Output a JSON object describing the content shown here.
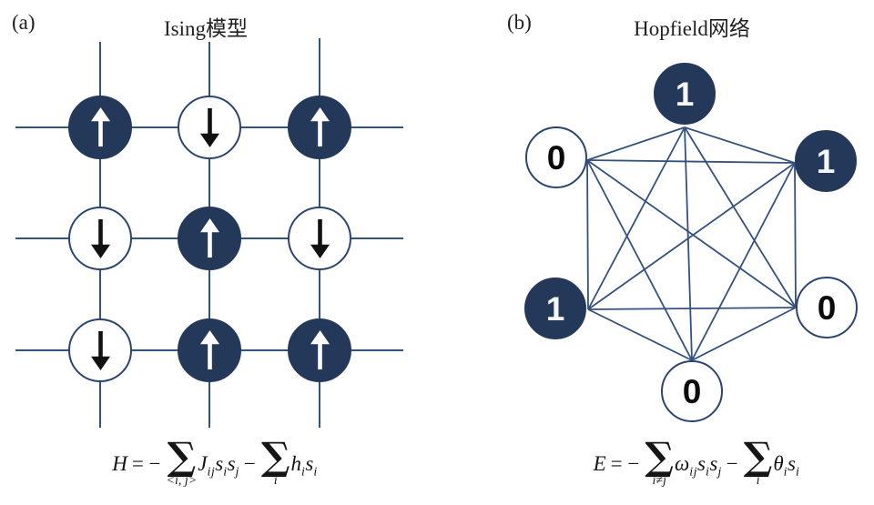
{
  "colors": {
    "navy_fill": "#24395a",
    "edge_line": "#35517e",
    "circle_border": "#2b4570",
    "text": "#1a1a1a"
  },
  "panel_a": {
    "label": "(a)",
    "title": "Ising模型",
    "spins": [
      {
        "row": 0,
        "col": 0,
        "direction": "up",
        "fill": "dark"
      },
      {
        "row": 0,
        "col": 1,
        "direction": "down",
        "fill": "light"
      },
      {
        "row": 0,
        "col": 2,
        "direction": "up",
        "fill": "dark"
      },
      {
        "row": 1,
        "col": 0,
        "direction": "down",
        "fill": "light"
      },
      {
        "row": 1,
        "col": 1,
        "direction": "up",
        "fill": "dark"
      },
      {
        "row": 1,
        "col": 2,
        "direction": "down",
        "fill": "light"
      },
      {
        "row": 2,
        "col": 0,
        "direction": "down",
        "fill": "light"
      },
      {
        "row": 2,
        "col": 1,
        "direction": "up",
        "fill": "dark"
      },
      {
        "row": 2,
        "col": 2,
        "direction": "up",
        "fill": "dark"
      }
    ],
    "formula": {
      "lhs": "H",
      "eq": "= −",
      "sum1": "∑",
      "sum1_sub": "<i, j>",
      "t1": "J",
      "t1_sub": "ij",
      "s1": "s",
      "s1_sub": "i",
      "s2": "s",
      "s2_sub": "j",
      "minus": "−",
      "sum2": "∑",
      "sum2_sub": "i",
      "t2": "h",
      "t2_sub": "i",
      "s3": "s",
      "s3_sub": "i"
    }
  },
  "panel_b": {
    "label": "(b)",
    "title": "Hopfield网络",
    "nodes": [
      {
        "position": "top",
        "label": "1",
        "fill": "dark"
      },
      {
        "position": "upper-left",
        "label": "0",
        "fill": "light"
      },
      {
        "position": "upper-right",
        "label": "1",
        "fill": "dark"
      },
      {
        "position": "lower-left",
        "label": "1",
        "fill": "dark"
      },
      {
        "position": "lower-right",
        "label": "0",
        "fill": "light"
      },
      {
        "position": "bottom",
        "label": "0",
        "fill": "light"
      }
    ],
    "formula": {
      "lhs": "E",
      "eq": "= −",
      "sum1": "∑",
      "sum1_sub": "i≠j",
      "t1": "ω",
      "t1_sub": "ij",
      "s1": "s",
      "s1_sub": "i",
      "s2": "s",
      "s2_sub": "j",
      "minus": "−",
      "sum2": "∑",
      "sum2_sub": "i",
      "t2": "θ",
      "t2_sub": "i",
      "s3": "s",
      "s3_sub": "i"
    }
  }
}
